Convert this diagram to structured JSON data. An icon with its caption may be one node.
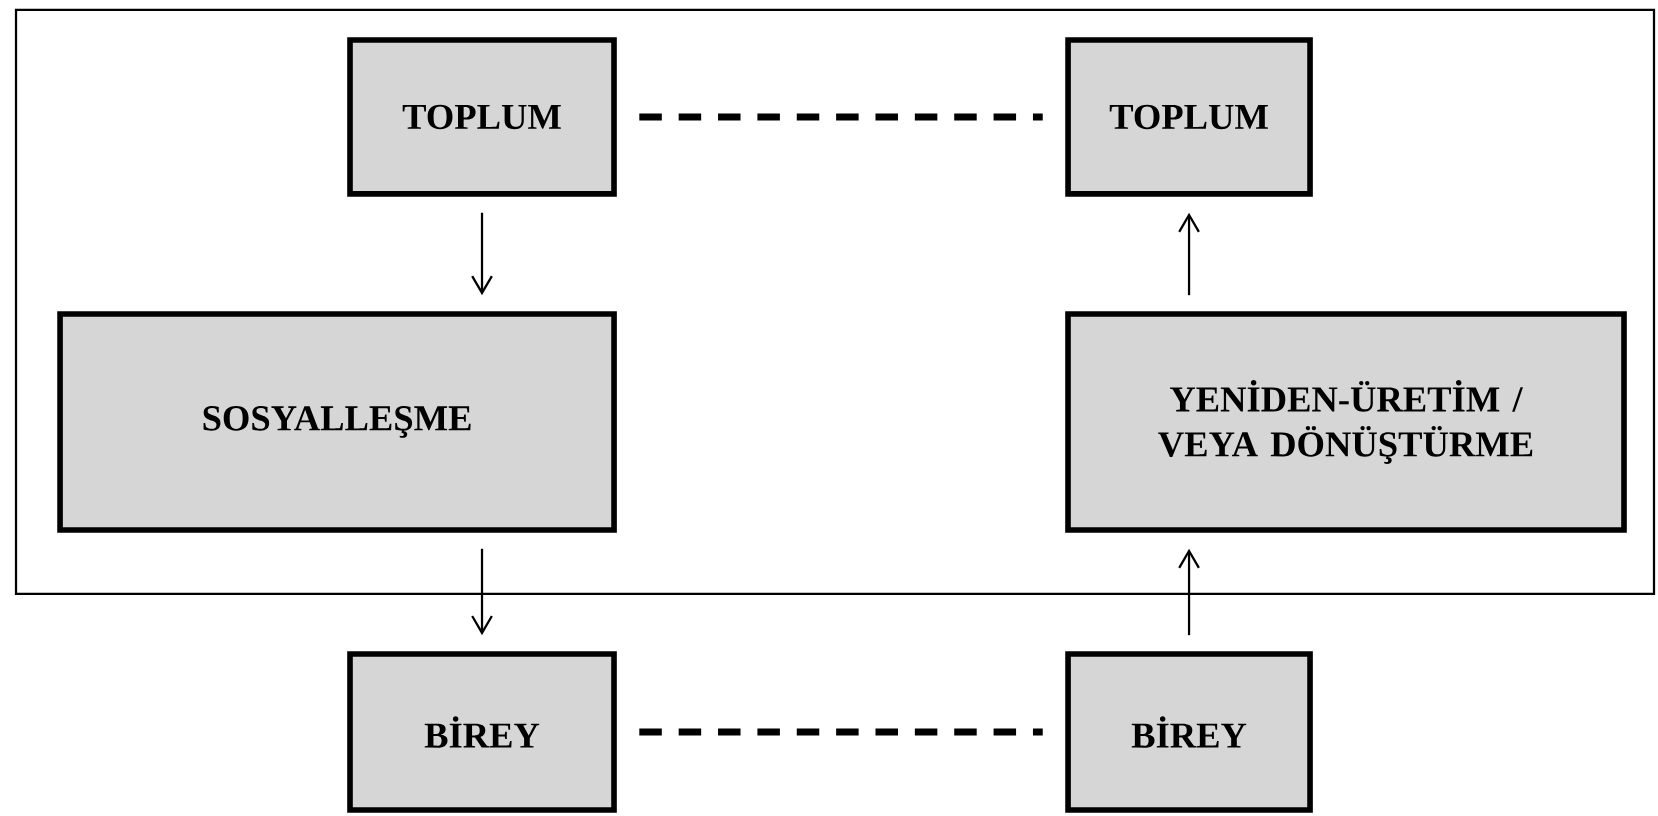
{
  "diagram": {
    "nodes": [
      {
        "text": [
          "TOPLUM"
        ]
      },
      {
        "text": [
          "TOPLUM"
        ]
      },
      {
        "text": [
          "SOSYALLEŞME"
        ]
      },
      {
        "text": [
          "YENİDEN-ÜRETİM / VEYA DÖNÜŞTÜRME"
        ]
      },
      {
        "text": [
          "BİREY"
        ]
      },
      {
        "text": [
          "BİREY"
        ]
      }
    ],
    "edges": [
      {
        "from": 0,
        "to": 1,
        "arrow": "none",
        "style": "dashed"
      },
      {
        "from": 0,
        "to": 2,
        "arrow": "to"
      },
      {
        "from": 2,
        "to": 4,
        "arrow": "to"
      },
      {
        "from": 5,
        "to": 3,
        "arrow": "to"
      },
      {
        "from": 3,
        "to": 1,
        "arrow": "to"
      },
      {
        "from": 4,
        "to": 5,
        "arrow": "none",
        "style": "dashed"
      }
    ]
  }
}
